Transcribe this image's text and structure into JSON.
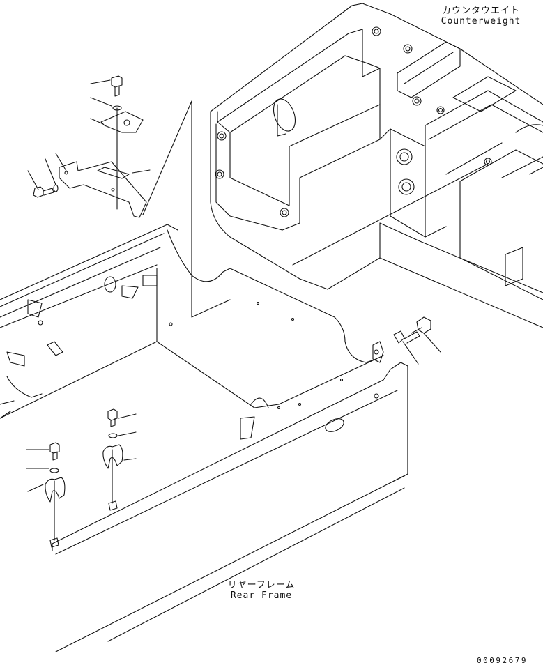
{
  "labels": {
    "counterweight": {
      "jp": "カウンタウエイト",
      "en": "Counterweight"
    },
    "rear_frame": {
      "jp": "リヤーフレーム",
      "en": "Rear Frame"
    }
  },
  "serial": "00092679",
  "colors": {
    "line": "#111111",
    "background": "#ffffff"
  }
}
